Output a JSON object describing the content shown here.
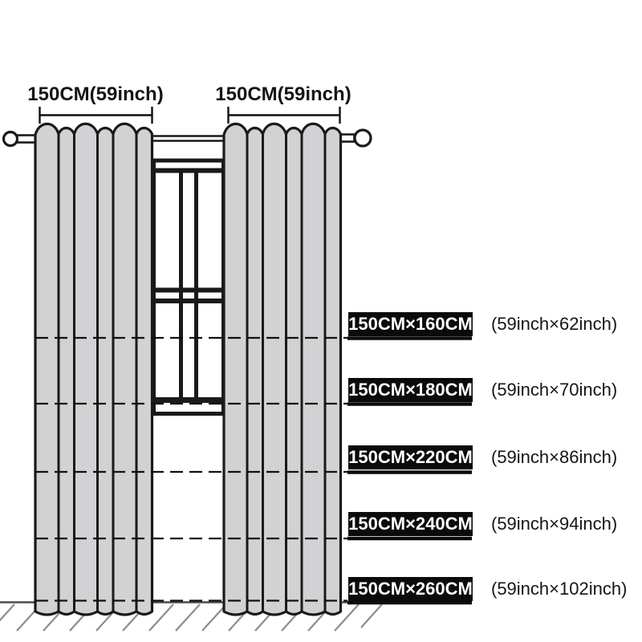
{
  "diagram_title": "curtain-panel-size-diagram",
  "panel_widths": {
    "left_label": "150CM(59inch)",
    "right_label": "150CM(59inch)"
  },
  "sizes": [
    {
      "cm": "150CM×160CM",
      "inch": "(59inch×62inch)"
    },
    {
      "cm": "150CM×180CM",
      "inch": "(59inch×70inch)"
    },
    {
      "cm": "150CM×220CM",
      "inch": "(59inch×86inch)"
    },
    {
      "cm": "150CM×240CM",
      "inch": "(59inch×94inch)"
    },
    {
      "cm": "150CM×260CM",
      "inch": "(59inch×102inch)"
    }
  ],
  "colors": {
    "curtain_fill": "#d2d2d4",
    "outline": "#1a1a1a",
    "badge_background": "#0b0b0b",
    "badge_text": "#ffffff",
    "floor_line": "#4a4a4a",
    "floor_hatch": "#8c8c8c",
    "background": "#ffffff"
  }
}
